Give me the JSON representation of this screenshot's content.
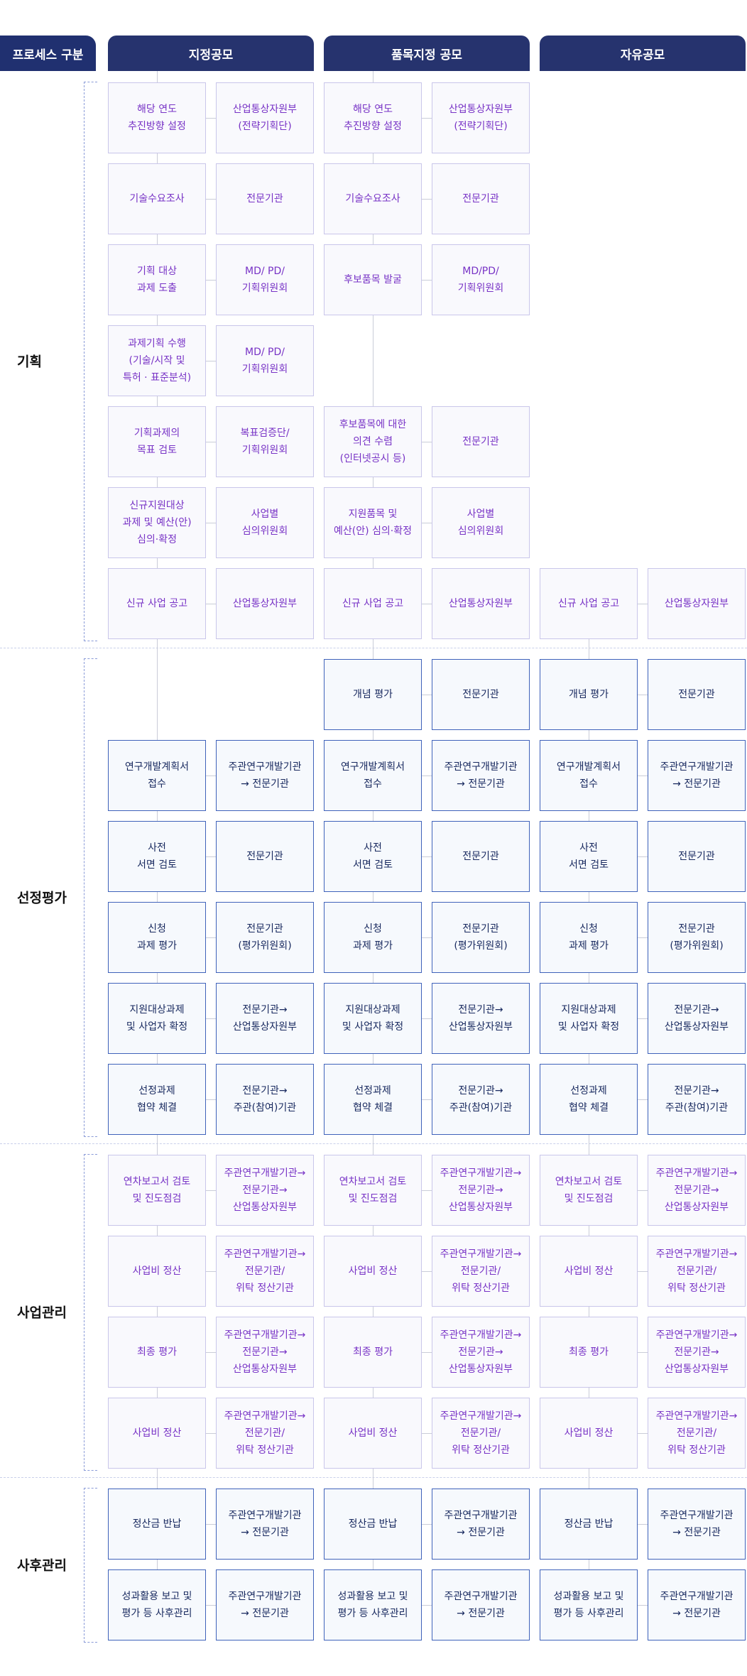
{
  "header": {
    "first": "프로세스 구분",
    "columns": [
      "지정공모",
      "품목지정 공모",
      "자유공모"
    ]
  },
  "sections": [
    {
      "label": "기획",
      "rows": [
        0,
        6
      ]
    },
    {
      "label": "선정평가",
      "rows": [
        7,
        12
      ]
    },
    {
      "label": "사업관리",
      "rows": [
        13,
        16
      ]
    },
    {
      "label": "사후관리",
      "rows": [
        17,
        18
      ]
    }
  ],
  "colors": {
    "header": "#26336e",
    "purple_text": "#7833c6",
    "purple_border": "#c9c6ea",
    "blue_text": "#17285e",
    "blue_border": "#3f62ba",
    "connector": "#c9ccd8"
  },
  "grid": [
    [
      {
        "row": 0,
        "type": "purple",
        "step": "해당 연도\n추진방향 설정",
        "agency": "산업통상자원부\n(전략기획단)"
      },
      {
        "row": 1,
        "type": "purple",
        "step": "기술수요조사",
        "agency": "전문기관"
      },
      {
        "row": 2,
        "type": "purple",
        "step": "기획 대상\n과제 도출",
        "agency": "MD/ PD/\n기획위원회"
      },
      {
        "row": 3,
        "type": "purple",
        "step": "과제기획 수행\n(기술/시작 및\n특허 · 표준분석)",
        "agency": "MD/ PD/\n기획위원회"
      },
      {
        "row": 4,
        "type": "purple",
        "step": "기획과제의\n목표 검토",
        "agency": "복표검증단/\n기획위원회"
      },
      {
        "row": 5,
        "type": "purple",
        "step": "신규지원대상\n과제 및 예산(안)\n심의·확정",
        "agency": "사업별\n심의위원회"
      },
      {
        "row": 6,
        "type": "purple",
        "step": "신규 사업 공고",
        "agency": "산업통상자원부"
      },
      {
        "row": 8,
        "type": "blue",
        "step": "연구개발계획서\n접수",
        "agency": "주관연구개발기관\n→ 전문기관"
      },
      {
        "row": 9,
        "type": "blue",
        "step": "사전\n서면 검토",
        "agency": "전문기관"
      },
      {
        "row": 10,
        "type": "blue",
        "step": "신청\n과제 평가",
        "agency": "전문기관\n(평가위원회)"
      },
      {
        "row": 11,
        "type": "blue",
        "step": "지원대상과제\n및 사업자 확정",
        "agency": "전문기관→\n산업통상자원부"
      },
      {
        "row": 12,
        "type": "blue",
        "step": "선정과제\n협약 체결",
        "agency": "전문기관→\n주관(참여)기관"
      },
      {
        "row": 13,
        "type": "purple",
        "step": "연차보고서 검토\n및 진도점검",
        "agency": "주관연구개발기관→\n전문기관→\n산업통상자원부"
      },
      {
        "row": 14,
        "type": "purple",
        "step": "사업비 정산",
        "agency": "주관연구개발기관→\n전문기관/\n위탁 정산기관"
      },
      {
        "row": 15,
        "type": "purple",
        "step": "최종 평가",
        "agency": "주관연구개발기관→\n전문기관→\n산업통상자원부"
      },
      {
        "row": 16,
        "type": "purple",
        "step": "사업비 정산",
        "agency": "주관연구개발기관→\n전문기관/\n위탁 정산기관"
      },
      {
        "row": 17,
        "type": "blue",
        "step": "정산금 반납",
        "agency": "주관연구개발기관\n→ 전문기관"
      },
      {
        "row": 18,
        "type": "blue",
        "step": "성과활용 보고 및\n평가 등 사후관리",
        "agency": "주관연구개발기관\n→ 전문기관"
      }
    ],
    [
      {
        "row": 0,
        "type": "purple",
        "step": "해당 연도\n추진방향 설정",
        "agency": "산업통상자원부\n(전략기획단)"
      },
      {
        "row": 1,
        "type": "purple",
        "step": "기술수요조사",
        "agency": "전문기관"
      },
      {
        "row": 2,
        "type": "purple",
        "step": "후보품목 발굴",
        "agency": "MD/PD/\n기획위원회"
      },
      {
        "row": 4,
        "type": "purple",
        "step": "후보품목에 대한\n의견 수렴\n(인터넷공시 등)",
        "agency": "전문기관"
      },
      {
        "row": 5,
        "type": "purple",
        "step": "지원품목 및\n예산(안) 심의·확정",
        "agency": "사업별\n심의위원회"
      },
      {
        "row": 6,
        "type": "purple",
        "step": "신규 사업 공고",
        "agency": "산업통상자원부"
      },
      {
        "row": 7,
        "type": "blue",
        "step": "개념 평가",
        "agency": "전문기관"
      },
      {
        "row": 8,
        "type": "blue",
        "step": "연구개발계획서\n접수",
        "agency": "주관연구개발기관\n→ 전문기관"
      },
      {
        "row": 9,
        "type": "blue",
        "step": "사전\n서면 검토",
        "agency": "전문기관"
      },
      {
        "row": 10,
        "type": "blue",
        "step": "신청\n과제 평가",
        "agency": "전문기관\n(평가위원회)"
      },
      {
        "row": 11,
        "type": "blue",
        "step": "지원대상과제\n및 사업자 확정",
        "agency": "전문기관→\n산업통상자원부"
      },
      {
        "row": 12,
        "type": "blue",
        "step": "선정과제\n협약 체결",
        "agency": "전문기관→\n주관(참여)기관"
      },
      {
        "row": 13,
        "type": "purple",
        "step": "연차보고서 검토\n및 진도점검",
        "agency": "주관연구개발기관→\n전문기관→\n산업통상자원부"
      },
      {
        "row": 14,
        "type": "purple",
        "step": "사업비 정산",
        "agency": "주관연구개발기관→\n전문기관/\n위탁 정산기관"
      },
      {
        "row": 15,
        "type": "purple",
        "step": "최종 평가",
        "agency": "주관연구개발기관→\n전문기관→\n산업통상자원부"
      },
      {
        "row": 16,
        "type": "purple",
        "step": "사업비 정산",
        "agency": "주관연구개발기관→\n전문기관/\n위탁 정산기관"
      },
      {
        "row": 17,
        "type": "blue",
        "step": "정산금 반납",
        "agency": "주관연구개발기관\n→ 전문기관"
      },
      {
        "row": 18,
        "type": "blue",
        "step": "성과활용 보고 및\n평가 등 사후관리",
        "agency": "주관연구개발기관\n→ 전문기관"
      }
    ],
    [
      {
        "row": 6,
        "type": "purple",
        "step": "신규 사업 공고",
        "agency": "산업통상자원부"
      },
      {
        "row": 7,
        "type": "blue",
        "step": "개념 평가",
        "agency": "전문기관"
      },
      {
        "row": 8,
        "type": "blue",
        "step": "연구개발계획서\n접수",
        "agency": "주관연구개발기관\n→ 전문기관"
      },
      {
        "row": 9,
        "type": "blue",
        "step": "사전\n서면 검토",
        "agency": "전문기관"
      },
      {
        "row": 10,
        "type": "blue",
        "step": "신청\n과제 평가",
        "agency": "전문기관\n(평가위원회)"
      },
      {
        "row": 11,
        "type": "blue",
        "step": "지원대상과제\n및 사업자 확정",
        "agency": "전문기관→\n산업통상자원부"
      },
      {
        "row": 12,
        "type": "blue",
        "step": "선정과제\n협약 체결",
        "agency": "전문기관→\n주관(참여)기관"
      },
      {
        "row": 13,
        "type": "purple",
        "step": "연차보고서 검토\n및 진도점검",
        "agency": "주관연구개발기관→\n전문기관→\n산업통상자원부"
      },
      {
        "row": 14,
        "type": "purple",
        "step": "사업비 정산",
        "agency": "주관연구개발기관→\n전문기관/\n위탁 정산기관"
      },
      {
        "row": 15,
        "type": "purple",
        "step": "최종 평가",
        "agency": "주관연구개발기관→\n전문기관→\n산업통상자원부"
      },
      {
        "row": 16,
        "type": "purple",
        "step": "사업비 정산",
        "agency": "주관연구개발기관→\n전문기관/\n위탁 정산기관"
      },
      {
        "row": 17,
        "type": "blue",
        "step": "정산금 반납",
        "agency": "주관연구개발기관\n→ 전문기관"
      },
      {
        "row": 18,
        "type": "blue",
        "step": "성과활용 보고 및\n평가 등 사후관리",
        "agency": "주관연구개발기관\n→ 전문기관"
      }
    ]
  ]
}
